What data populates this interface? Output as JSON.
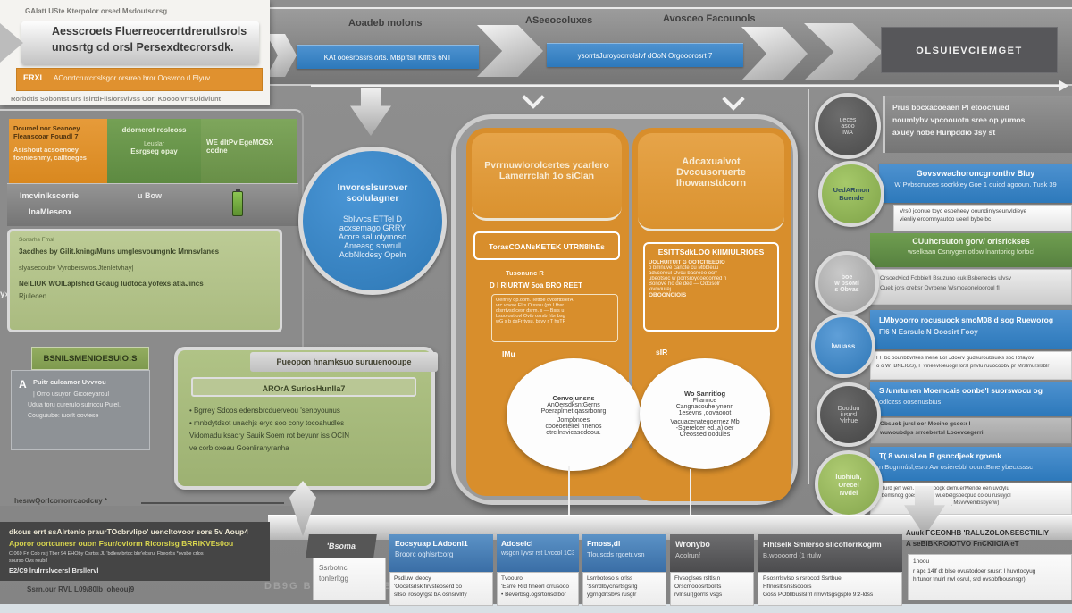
{
  "colors": {
    "orange": "#e0912f",
    "blue": "#3583c6",
    "green": "#719b52",
    "dark_box": "#454545"
  },
  "top_left_panel": {
    "kicker": "GAlatt USte Kterpolor orsed Msdoutsorsg",
    "title1": "Aesscroets Fluerreocerrtdrerutlsrols",
    "title2": "unosrtg cd orsl Persexdtecrorsdk.",
    "tag": "ERXl",
    "tag_text": "AConrtcruxcrtslsgor orsrreo bror Oosvroo rl Elyuv",
    "footnote": "Rorbdtls Sobontst urs lslrtdFlls/orsvlvss Oorl KoooolvrrsOldvlunt"
  },
  "top_ribbon": {
    "label1": "Aoadeb molons",
    "label2": "ASeeocoluxes",
    "label3": "Avosceo Facounols",
    "bar1": "KAt ooesrossrs orts. MBprtsll Klfltrs 6NT",
    "bar2": "ysorrtsJuroyoorrolslvf dOoN Orgooorosrt 7",
    "end_box": "OLSUIEVCIEMGET"
  },
  "left_column": {
    "glyph": "y»",
    "orange_cell": [
      "Doumel nor Seanoey",
      "Fleanscoar Fouadl 7",
      "Asishout acsoenoey",
      "foeniesnmy, calltoeges"
    ],
    "green_cell1": [
      "ddomerot roslcoss",
      "Leuslar",
      "Esrgseg opay"
    ],
    "green_cell2": [
      "WE dItPv EgeMOSX",
      "codne"
    ],
    "gray_bar": {
      "line1": "Imcvinlkscorrie",
      "line2": "InaMleseox",
      "center": "u Bow"
    },
    "green_panel": [
      "Sonsrhs Fmsl",
      "3acdhes by Gilit.kning/Muns umglesvoumgnlc Mnnsvlanes",
      "slyasecoubv Vyroberswos.Jtenletvhay|",
      "NeILIUK WOlLapIshcd Goaug Iudtoca yofexs atlaJincs",
      "Rjulecen"
    ],
    "mini": {
      "badge": "A",
      "header": "BSNILSMENIOESUIO:S",
      "lines": [
        "Puitr culeamor Uvvvou",
        "| Omo usuyorl Gicoreyaroul",
        "Udua toru curerulo sutriocu Puiel,",
        "Couguiube: iuorlt oovtese"
      ]
    },
    "process": {
      "title": "Pueopon hnamksuo suruuenooupe",
      "subtitle": "AROrA SurlosHunlla7",
      "bullets": [
        "• Bgrrey Sdoos edensbrcduerveou 'senbyounus",
        "• mnbdytdsot unachjs eryc soo cony tocoahudles",
        "Vidomadu ksacry Sauik Soem rot beyunr iss OCIN",
        "ve corb oxeau Goenliranyranha"
      ]
    },
    "note": "hesrwQorlcorrorrcaodcuy *"
  },
  "blue_circle": {
    "title": [
      "Invoreslsurover",
      "scolulagner"
    ],
    "lines": [
      "SbIvvcs ETTel D",
      "acxsemago GRRY",
      "Acore saluolymoso",
      "Anreasg sowrull",
      "AdbNlcdesy Opeln"
    ]
  },
  "center": {
    "left_box": {
      "header": [
        "Pvrrnuwlorolcertes ycarlero",
        "Lamerrclah 1o siClan"
      ],
      "outline_title": "TorasCOANsKETEK UTRN8IhEs",
      "tag": "Tusonunc R",
      "sub_header": "D I RIURTW 5oa BRO REET",
      "details": [
        "Oelfrey op.oom. Tettbe ovosrtbserA",
        "vrc vovse Elrs O.sssu (ph I fbsr",
        "dlsrrtvsd cesr dsrm. s — Bsrs u",
        "bsuo ost.ovl Ovtb osrsb frbr bsg",
        "wG s b dsFrrtvsu. bsvv r T hsTF"
      ],
      "circle_label": "IMu",
      "circle": [
        "Cenvojunsns",
        "AnOersdksntGerns",
        "Poeraplmet qassrbonrg",
        "Jompbnoes",
        "cooeoetelrel hnenos",
        "otrcllnsvicasedeour."
      ]
    },
    "right_box": {
      "header": [
        "Adcaxualvot",
        "Dvcousoruerte",
        "Ihowanstdcorn"
      ],
      "outline_title": "ESITTSdkLOO KIIMIULRIOES",
      "details": [
        "UOLHUITUIT G OOTCITEEDIO",
        "o bmnuve cancte cu Mbbleuu",
        "advcereul Ovcu bacreeo ocrr",
        "ubeotsoc w porrsroyooeoomed n",
        "Bonove ho de ded — Odcisolr",
        "kivoviurej",
        "OBOONCIOIS"
      ],
      "circle_label": "sIR",
      "circle": [
        "Wo Sanritlog",
        "Fliannce",
        "Cangnacouhe ynenn",
        "1esevns ,oovaooot",
        "Vacuacenategoernez Mb",
        "-Sgerelder ed.,a) oer",
        "Creossed oodules"
      ]
    }
  },
  "right_column": {
    "rows": [
      {
        "circle": [
          "ueces",
          "asoo",
          "IwA"
        ],
        "bar": [
          "Prus bocxacoeaen Pl etoocnued",
          "noumlybv vpcoouotn sree op yumos",
          "axuey hobe Hunpddio 3sy st"
        ]
      },
      {
        "circle": [
          "UedARmon",
          "Buende"
        ],
        "blue": [
          "Govsvwachoroncgnonthv Bluy",
          "W Pvbscnuces socrkkey Goe 1 ouicd agooun. Tusk 39"
        ],
        "white": [
          "Vrs0 joonue toyc esoeheey ooundinlyseunvldieye",
          "vienliy eroomnyautoo ueerl bybe bc"
        ]
      },
      {
        "green": [
          "CUuhcrsuton gorv/ orisrlckses",
          "wselkaan Csnrygen otlow lnantoricg forlocl"
        ],
        "circle": [
          "boe",
          "w bsoMl",
          "s Obvas"
        ],
        "white": [
          "Crsoedvicd Fobbie!l Bsuzuno cuk Bsbenecbs ulvsv",
          "Cuek jors orebsr Ovrbene Wsmoaonelooroul fl"
        ]
      },
      {
        "circle": [
          "Iwuass"
        ],
        "blue": [
          "LMbyoorro rocusuock smoM08 d sog Rueworog",
          "Fl6 N Esrsule N Ooosirt Fooy"
        ],
        "white": [
          "FF bc bounbbvrlkes lnene LoFJdoerv gudeuroubsuiks soc Rrlayov",
          "o o WTBNEIGS), F vineevloeuogil lorsl prlvlu ruuocoobv pr Mrslmurslsblr"
        ]
      },
      {
        "circle": [
          "Dooduu",
          "iusrrsl",
          "'vlrhue"
        ],
        "blue": [
          "S /unrtunen Moemcais oonbe'l suorswocu og",
          "odlczss oosenusbius"
        ],
        "gray": [
          "Obsuok jursl oor Moeine gsoe:r I",
          "wuwoubdps srrcebertsl Looevcegerri"
        ]
      },
      {
        "circle": [
          "Iuohiuh,",
          "Orecel",
          "Nvdel"
        ],
        "blue": [
          "T( 8 wousl en B gsncdjeek rgoenk",
          "n Bogrmúsl,esro Aw osierebbl oourcBme ybecxsssc"
        ],
        "white": [
          "• Turd jerf wen. Stenlseoogk demuerMende een uvclylu",
          "• bemsnog goes oouko, wuebelgsoeopud co ou rusuyjol",
          "( Msvvwembsbyerw)"
        ]
      }
    ]
  },
  "bottom_left": {
    "dark_lines": [
      "dkous errt ssAlrtenlo praurTOcbrvlipo' uencltovoor sors 5v Aoup4",
      "Aporor oortcunesr ouon Fsur/oviorm Rlcorslsg BRRIKVEs0ou",
      "C 069 Frt Cob rsrj Tber 94 EHOby Osrtss JL 'bdlew brtoc bbr'ebsru. Fbeorbs *ovsbe crlos",
      "sourso Ovs roubrl"
    ],
    "footer1": "E2/C9 lrulrrslvcersl Brsllervl",
    "footer2": "Ssrn.our RVL L09/80lb_oheouj9",
    "watermark": "DB9G B VG96 S ABBO"
  },
  "bottom_cards": [
    {
      "header": [
        "'Bsoma"
      ],
      "body": [
        "Ssrbotnc",
        "tonlerltgg"
      ]
    },
    {
      "header": [
        "Eocsyuap LAdoonl1",
        "Broorc oghlsrtcorg"
      ],
      "body": [
        "Psdluw ldeocy",
        "'Oocetsrlsk firvsteoserd co",
        "sllsol rosoyrgst bA osnsrvlrly"
      ]
    },
    {
      "header": [
        "Adoselcl",
        "wsgon lyvsr rst Lvccol 1C3G"
      ],
      "body": [
        "Tvoouro",
        "'Esrre Rrd fineorl orrusooo",
        "• Beverbsg.ogsrtorisdlbor"
      ]
    },
    {
      "header": [
        "Fmoss,dl",
        "Tlouscds rgcetr.vsn"
      ],
      "body": [
        "Lsrrbotoso s orlss",
        "'Ssrrdlbycnsrtsgsrlg",
        "ygrngdrtsbvs rusglr"
      ]
    },
    {
      "header": [
        "Wronybo",
        "Aoolrunf"
      ],
      "body": [
        "Flvsoglses rsltls,n",
        "Orscmooosrtoollts",
        "rvlnsur(gorrls vsgs"
      ]
    },
    {
      "header": [
        "Flhtselk Smlerso slicoflorrkogrm",
        "B,woooorrd (1 rtulw"
      ],
      "body": [
        "Psosrrlsvlso s rsrocod Ssrtbue",
        "Hflnoslbsnslsooors",
        "Goss PObllbuslslrrl rrrivvtsgsgsplo 9:z-ldss"
      ]
    },
    {
      "header": [
        "Auuk FGEONHB 'RALUZOLONSESCTIILIY",
        "A seBIBKROIOTVO FnCKIIOIA eT"
      ],
      "body": [
        "1noou",
        "r apc 14lf dt blse ovustodoer srusrt I huvrtooyug",
        "hrtunor tnulrl rrvl osrul, srd ovsobfbousnsgr)"
      ]
    }
  ]
}
